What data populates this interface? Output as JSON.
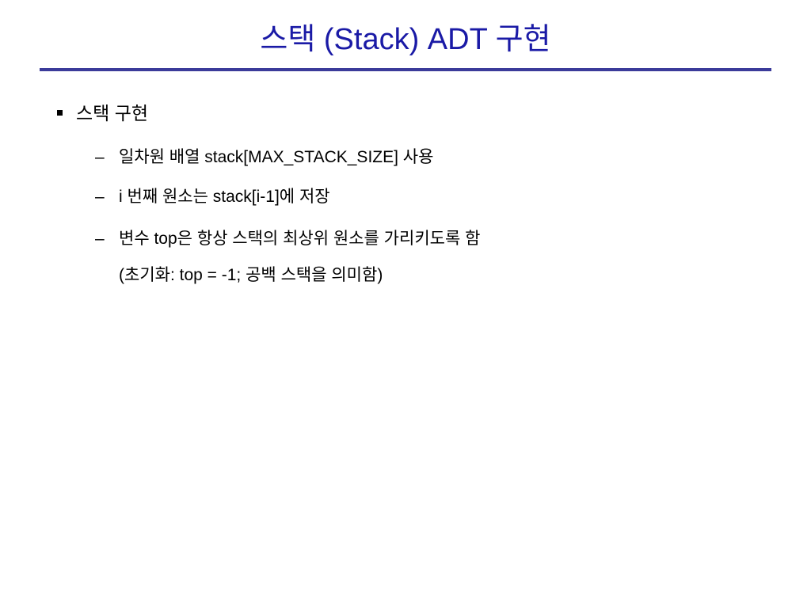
{
  "slide": {
    "title": "스택 (Stack) ADT 구현",
    "bullets": [
      {
        "text": "스택 구현",
        "subitems": [
          {
            "dash": "–",
            "text": "일차원 배열 stack[MAX_STACK_SIZE] 사용"
          },
          {
            "dash": "–",
            "text": "i 번째 원소는 stack[i-1]에 저장"
          },
          {
            "dash": "–",
            "text": "변수 top은 항상 스택의 최상위 원소를 가리키도록 함",
            "continuation": "(초기화: top = -1; 공백 스택을 의미함)"
          }
        ]
      }
    ]
  },
  "colors": {
    "title": "#1a1aa6",
    "rule": "#3b3b9a",
    "text": "#000000"
  }
}
